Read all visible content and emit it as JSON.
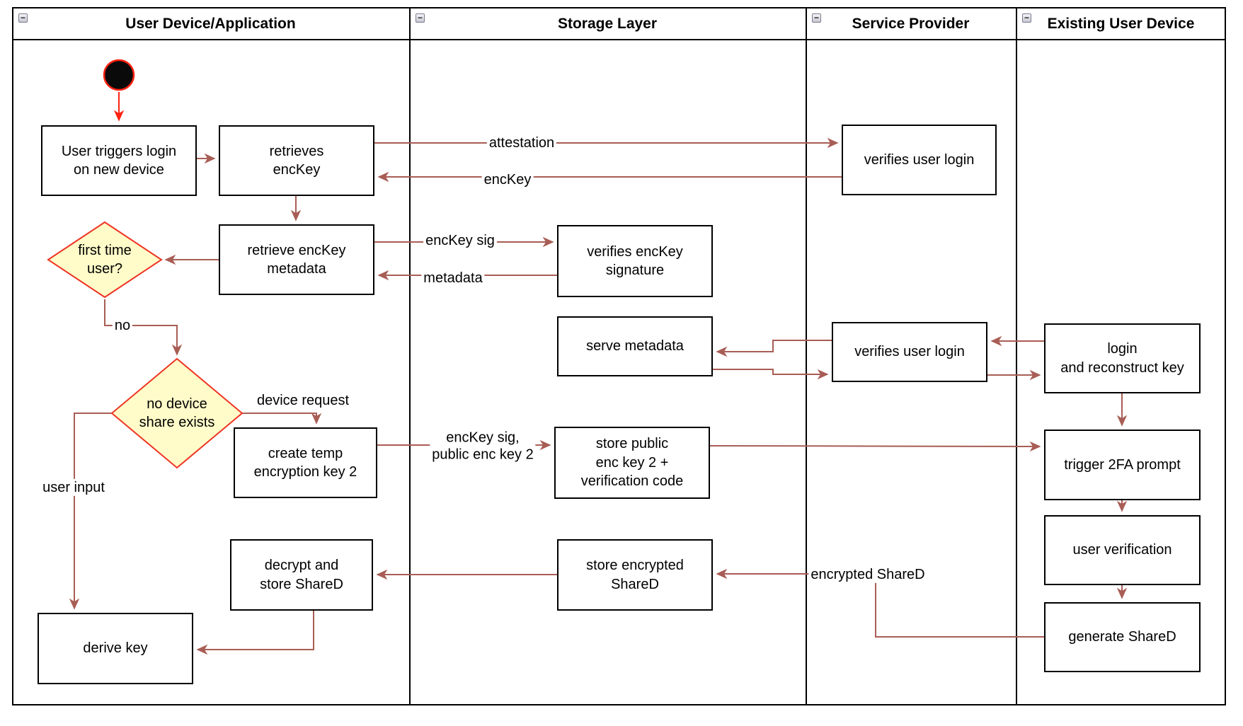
{
  "lanes": [
    {
      "label": "User Device/Application"
    },
    {
      "label": "Storage Layer"
    },
    {
      "label": "Service Provider"
    },
    {
      "label": "Existing User Device"
    }
  ],
  "icons": {
    "collapse_glyph": "−"
  },
  "nodes": {
    "start": {
      "type": "initial-node"
    },
    "user_triggers_login": {
      "label": "User triggers login\non new device"
    },
    "retrieves_enckey": {
      "label": "retrieves\nencKey"
    },
    "verifies_user_login_top": {
      "label": "verifies user login"
    },
    "retrieve_enckey_metadata": {
      "label": "retrieve encKey\nmetadata"
    },
    "verifies_enckey_signature": {
      "label": "verifies encKey\nsignature"
    },
    "first_time_user": {
      "label": "first time\nuser?"
    },
    "serve_metadata": {
      "label": "serve metadata"
    },
    "verifies_user_login_mid": {
      "label": "verifies user login"
    },
    "login_and_reconstruct_key": {
      "label": "login\nand reconstruct key"
    },
    "no_device_share_exists": {
      "label": "no device\nshare exists"
    },
    "create_temp_encryption_key_2": {
      "label": "create temp\nencryption key 2"
    },
    "store_public_enc_key_2": {
      "label": "store public\nenc key 2 +\nverification code"
    },
    "trigger_2fa_prompt": {
      "label": "trigger 2FA prompt"
    },
    "user_verification": {
      "label": "user verification"
    },
    "decrypt_and_store_shared": {
      "label": "decrypt and\nstore ShareD"
    },
    "store_encrypted_shared": {
      "label": "store encrypted\nShareD"
    },
    "generate_shared": {
      "label": "generate ShareD"
    },
    "derive_key": {
      "label": "derive key"
    }
  },
  "edge_labels": {
    "attestation": "attestation",
    "enckey": "encKey",
    "enckey_sig": "encKey sig",
    "metadata": "metadata",
    "no": "no",
    "device_request": "device request",
    "enckey_sig_public": "encKey sig,\npublic enc key 2",
    "user_input": "user input",
    "encrypted_shared": "encrypted ShareD"
  },
  "colors": {
    "flow_line": "#A85D55",
    "start_accent": "#FF2212",
    "decision_border": "#EE3524",
    "decision_fill": "#FFFCC9",
    "node_border": "#000000",
    "lane_border": "#000000"
  }
}
